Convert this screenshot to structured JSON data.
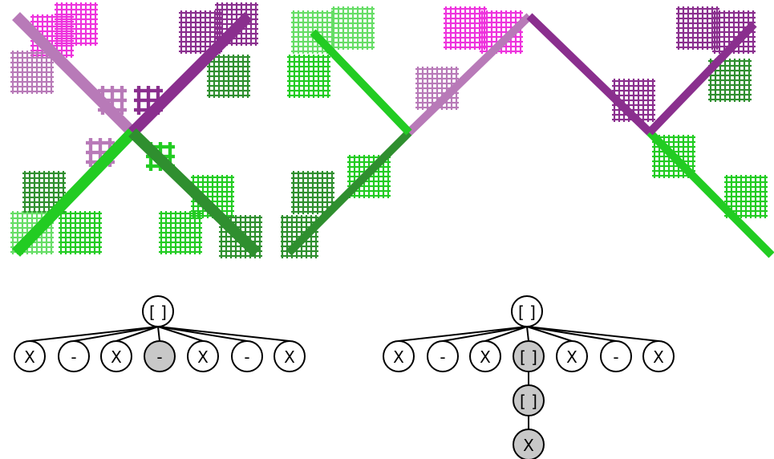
{
  "colors": {
    "pink": "#ee33dd",
    "purple": "#8a2f8e",
    "mauve": "#b87ab8",
    "green": "#22cc22",
    "dark_green": "#2f8f2f",
    "light_green": "#66dd66",
    "node_fill": "#ffffff",
    "node_highlight": "#c8c8c8"
  },
  "fractals": [
    {
      "name": "cross-fractal",
      "description_shape": "x-shape"
    },
    {
      "name": "peak-fractal",
      "description_shape": "inverted-v"
    }
  ],
  "trees": [
    {
      "root": "[ ]",
      "children": [
        {
          "label": "X",
          "highlight": false
        },
        {
          "label": "-",
          "highlight": false
        },
        {
          "label": "X",
          "highlight": false
        },
        {
          "label": "-",
          "highlight": true
        },
        {
          "label": "X",
          "highlight": false
        },
        {
          "label": "-",
          "highlight": false
        },
        {
          "label": "X",
          "highlight": false
        }
      ],
      "chain": []
    },
    {
      "root": "[ ]",
      "children": [
        {
          "label": "X",
          "highlight": false
        },
        {
          "label": "-",
          "highlight": false
        },
        {
          "label": "X",
          "highlight": false
        },
        {
          "label": "[ ]",
          "highlight": true
        },
        {
          "label": "X",
          "highlight": false
        },
        {
          "label": "-",
          "highlight": false
        },
        {
          "label": "X",
          "highlight": false
        }
      ],
      "chain": [
        {
          "label": "[ ]",
          "highlight": true
        },
        {
          "label": "X",
          "highlight": true
        }
      ]
    }
  ]
}
